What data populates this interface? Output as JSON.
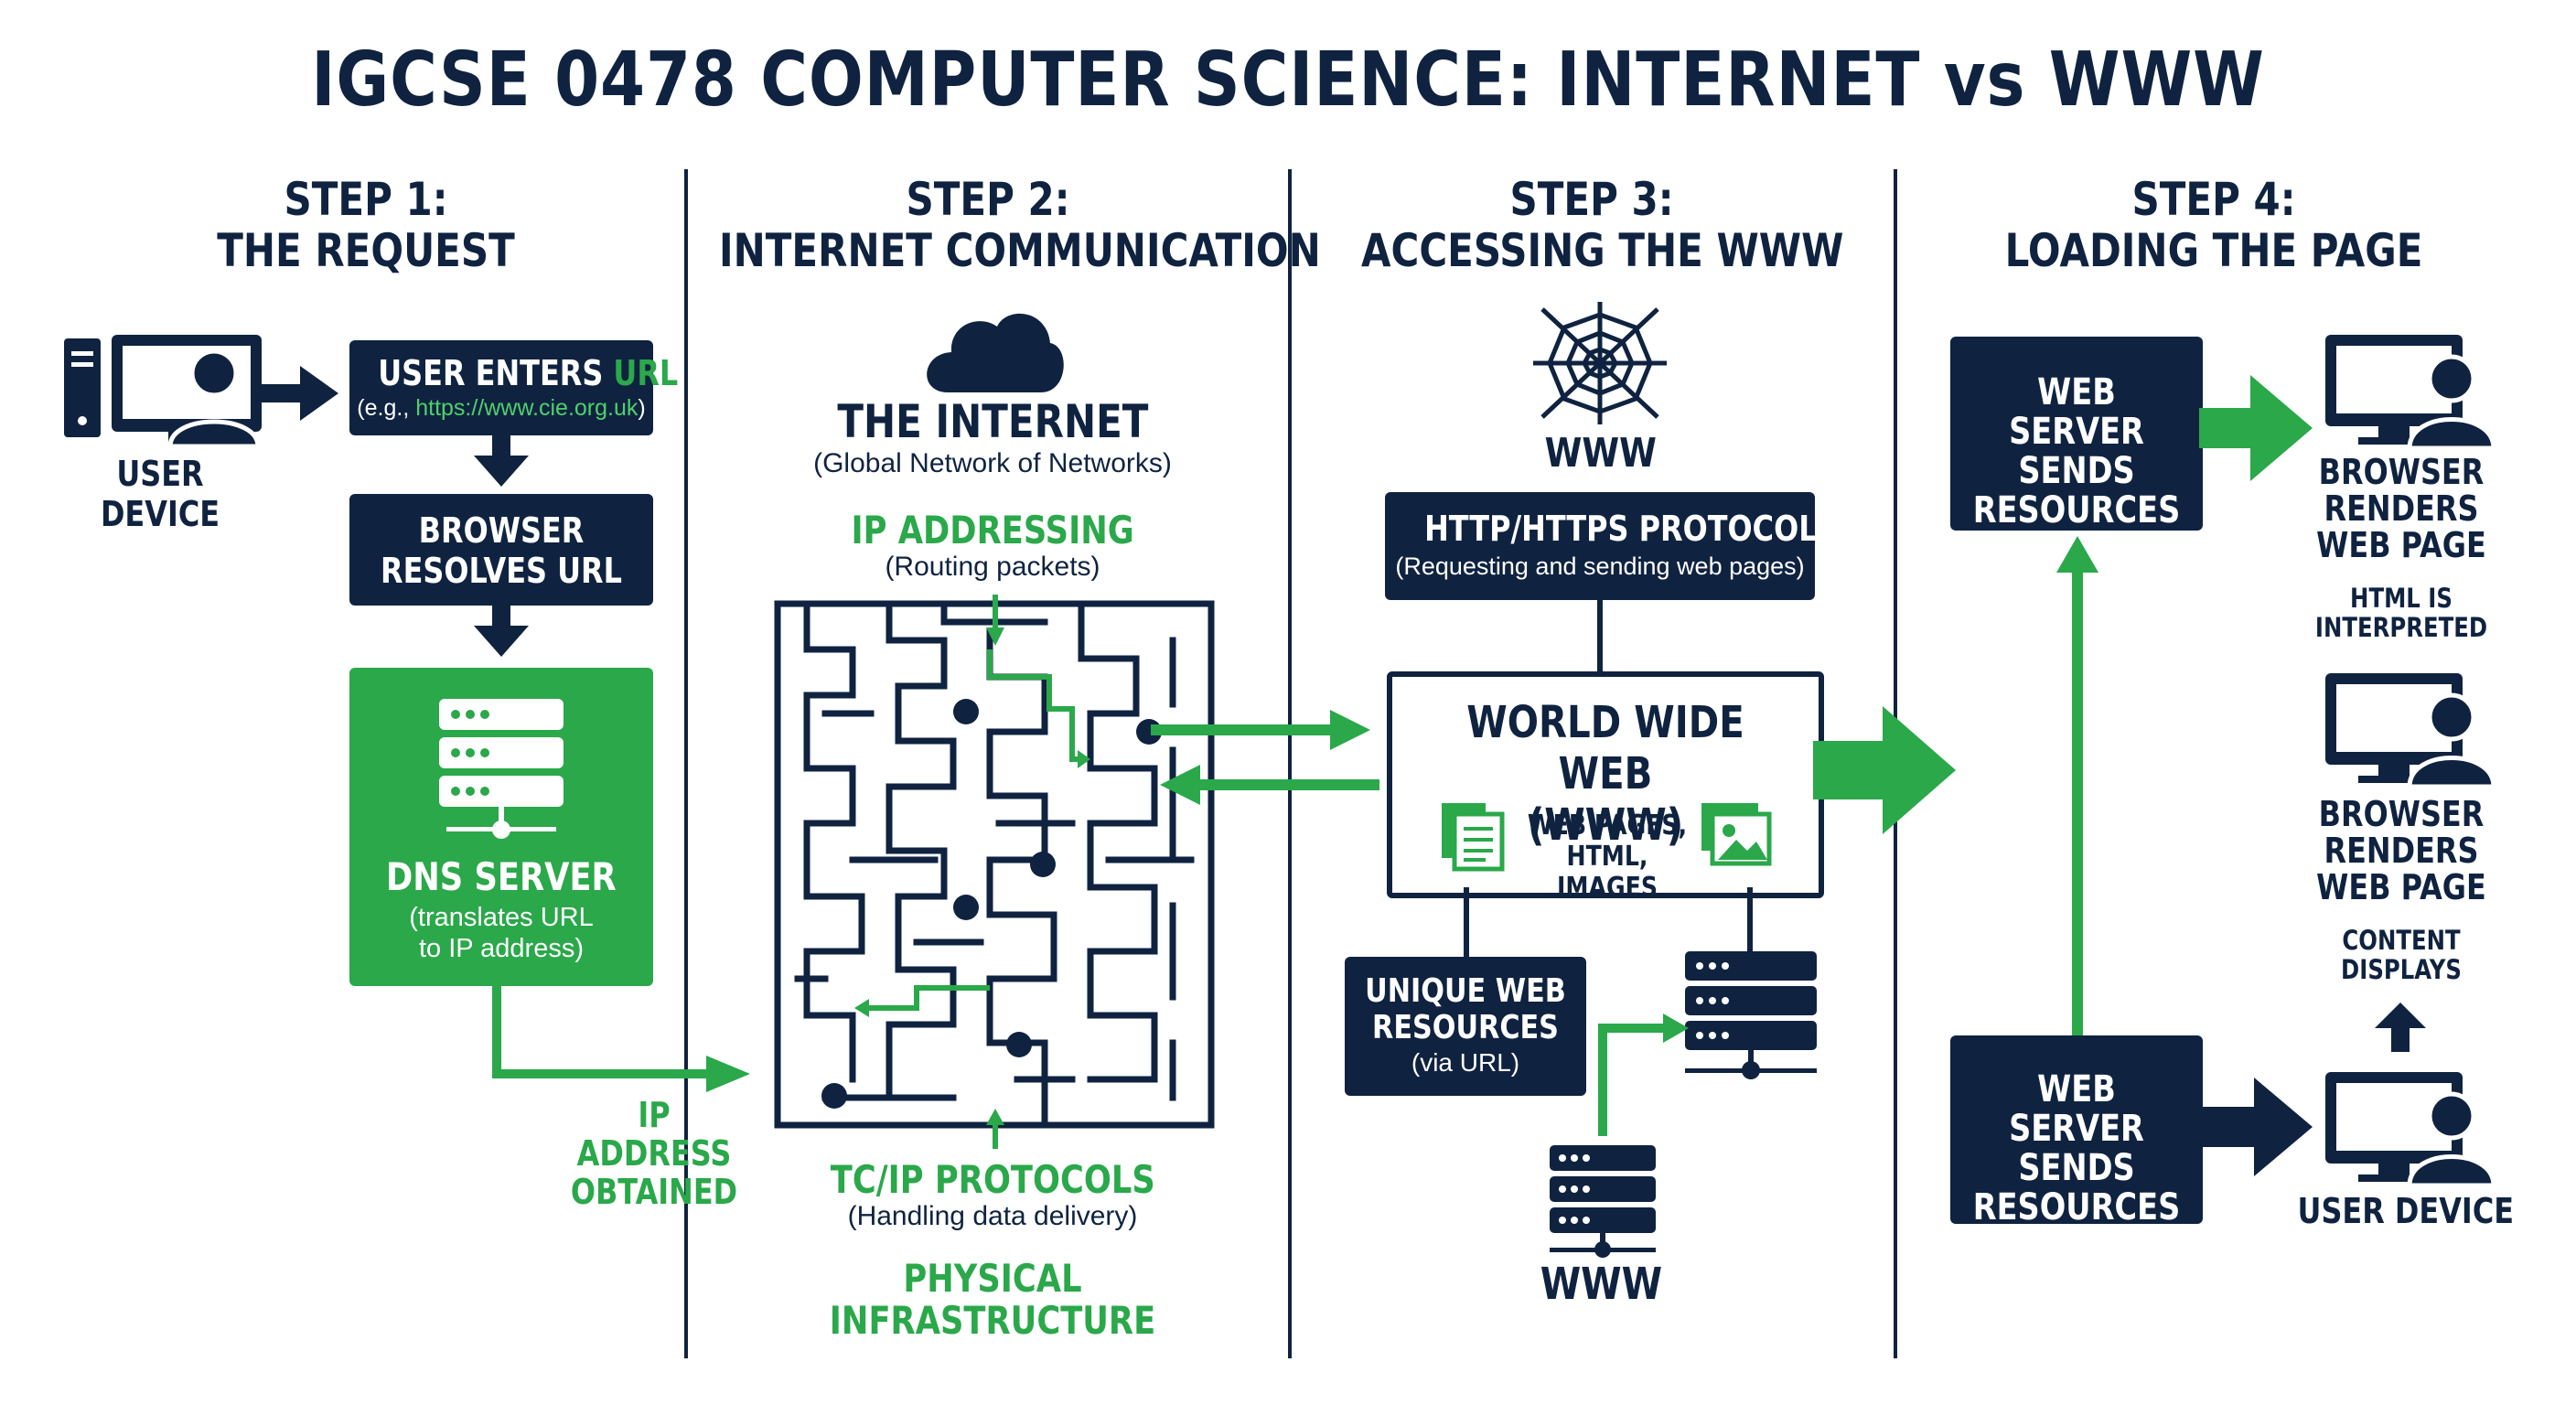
{
  "title": "IGCSE 0478 COMPUTER SCIENCE: INTERNET vs WWW",
  "steps": [
    {
      "line1": "STEP 1:",
      "line2": "THE REQUEST"
    },
    {
      "line1": "STEP 2:",
      "line2": "INTERNET COMMUNICATION"
    },
    {
      "line1": "STEP 3:",
      "line2": "ACCESSING THE WWW"
    },
    {
      "line1": "STEP 4:",
      "line2": "LOADING THE PAGE"
    }
  ],
  "step1": {
    "user_device": "USER DEVICE",
    "enters_url_prefix": "USER ENTERS ",
    "enters_url_highlight": "URL",
    "example_prefix": "(e.g., ",
    "example_url": "https://www.cie.org.uk",
    "example_suffix": ")",
    "browser_resolves_1": "BROWSER",
    "browser_resolves_2": "RESOLVES URL",
    "dns_title": "DNS SERVER",
    "dns_sub_1": "(translates URL",
    "dns_sub_2": "to IP address)",
    "ip_obtained_1": "IP ADDRESS",
    "ip_obtained_2": "OBTAINED"
  },
  "step2": {
    "internet_title": "THE INTERNET",
    "internet_sub": "(Global Network of Networks)",
    "ip_addressing": "IP ADDRESSING",
    "ip_addressing_sub": "(Routing packets)",
    "tcpip": "TC/IP PROTOCOLS",
    "tcpip_sub": "(Handling data delivery)",
    "physical_1": "PHYSICAL",
    "physical_2": "INFRASTRUCTURE"
  },
  "step3": {
    "www_top": "WWW",
    "http_title": "HTTP/HTTPS PROTOCOLS",
    "http_sub": "(Requesting and sending web pages)",
    "www_box_1": "WORLD WIDE WEB",
    "www_box_2": "(WWW)",
    "web_pages_1": "WEB PAGES,",
    "web_pages_2": "HTML, IMAGES",
    "unique_1": "UNIQUE WEB",
    "unique_2": "RESOURCES",
    "unique_sub": "(via URL)",
    "www_bottom": "WWW"
  },
  "step4": {
    "server_top_1": "WEB SERVER",
    "server_top_2": "SENDS",
    "server_top_3": "RESOURCES",
    "renders_1a": "BROWSER",
    "renders_1b": "RENDERS",
    "renders_1c": "WEB PAGE",
    "html_interpreted_1": "HTML IS",
    "html_interpreted_2": "INTERPRETED",
    "renders_2a": "BROWSER",
    "renders_2b": "RENDERS",
    "renders_2c": "WEB PAGE",
    "content_1": "CONTENT",
    "content_2": "DISPLAYS",
    "server_bottom_1": "WEB SERVER",
    "server_bottom_2": "SENDS",
    "server_bottom_3": "RESOURCES",
    "user_device": "USER DEVICE"
  },
  "colors": {
    "navy": "#0f2340",
    "green": "#2aa84a",
    "background": "#ffffff"
  }
}
